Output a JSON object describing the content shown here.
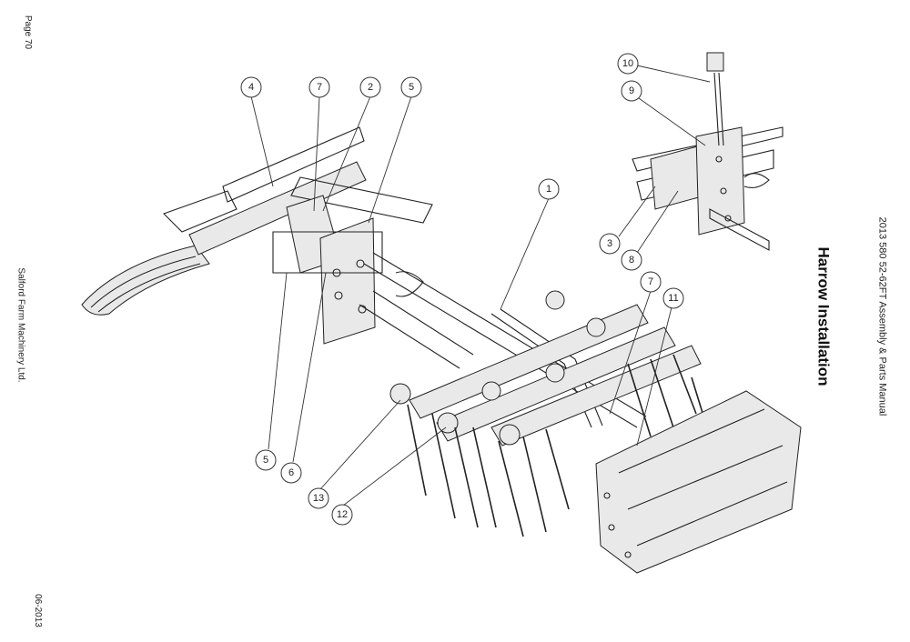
{
  "page": {
    "page_number": "Page 70",
    "company": "Salford Farm Machinery Ltd.",
    "date": "06-2013",
    "manual_title": "2013 580 52-62FT Assembly & Parts Manual",
    "section_title": "Harrow Installation"
  },
  "callouts": [
    {
      "id": "c4a",
      "label": "4"
    },
    {
      "id": "c7a",
      "label": "7"
    },
    {
      "id": "c2",
      "label": "2"
    },
    {
      "id": "c5a",
      "label": "5"
    },
    {
      "id": "c1",
      "label": "1"
    },
    {
      "id": "c10",
      "label": "10"
    },
    {
      "id": "c9",
      "label": "9"
    },
    {
      "id": "c3",
      "label": "3"
    },
    {
      "id": "c8",
      "label": "8"
    },
    {
      "id": "c7b",
      "label": "7"
    },
    {
      "id": "c11",
      "label": "11"
    },
    {
      "id": "c5b",
      "label": "5"
    },
    {
      "id": "c6",
      "label": "6"
    },
    {
      "id": "c13",
      "label": "13"
    },
    {
      "id": "c12",
      "label": "12"
    }
  ]
}
